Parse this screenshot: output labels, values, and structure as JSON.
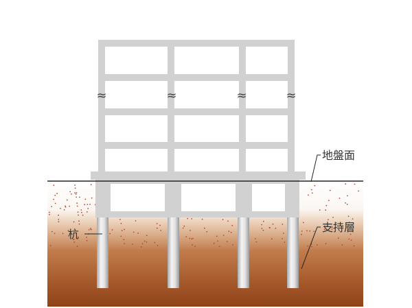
{
  "labels": {
    "ground_surface": "地盤面",
    "bearing_layer": "支持層",
    "pile": "杭"
  },
  "colors": {
    "frame": "#d1d1d1",
    "soil_top": "#f3ebe3",
    "soil_bottom": "#8e4319",
    "soil_dots": "#b04a3a",
    "pile_light": "#f0f0f0",
    "pile_dark": "#a9a9a9",
    "ground_line": "#222222",
    "leader": "#222222"
  },
  "icons": {
    "continuation_mark": "≈"
  }
}
